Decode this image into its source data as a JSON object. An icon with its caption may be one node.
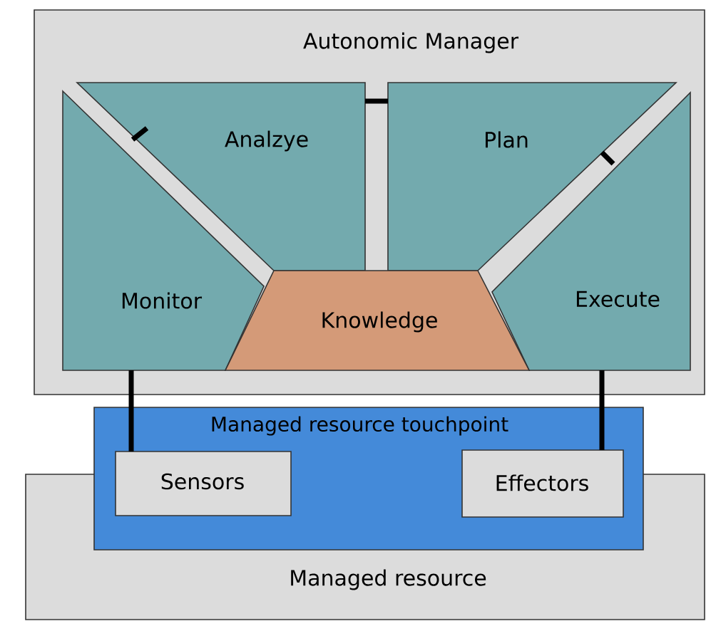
{
  "diagram": {
    "nodes": [
      {
        "text": [
          "Autonomic Manager"
        ]
      },
      {
        "text": [
          "Monitor"
        ],
        "in": 0
      },
      {
        "text": [
          "Analzye"
        ],
        "in": 0
      },
      {
        "text": [
          "Plan"
        ],
        "in": 0
      },
      {
        "text": [
          "Execute"
        ],
        "in": 0
      },
      {
        "text": [
          "Knowledge"
        ],
        "in": 0
      },
      {
        "text": [
          "Managed resource"
        ]
      },
      {
        "text": [
          "Managed resource touchpoint"
        ]
      },
      {
        "text": [
          "Sensors"
        ],
        "in": 7
      },
      {
        "text": [
          "Effectors"
        ],
        "in": 7
      }
    ],
    "edges": [
      {
        "from": 1,
        "to": 2,
        "arrow": "none"
      },
      {
        "from": 2,
        "to": 3,
        "arrow": "none"
      },
      {
        "from": 3,
        "to": 4,
        "arrow": "none"
      },
      {
        "from": 1,
        "to": 8,
        "arrow": "none"
      },
      {
        "from": 4,
        "to": 9,
        "arrow": "none"
      }
    ]
  }
}
